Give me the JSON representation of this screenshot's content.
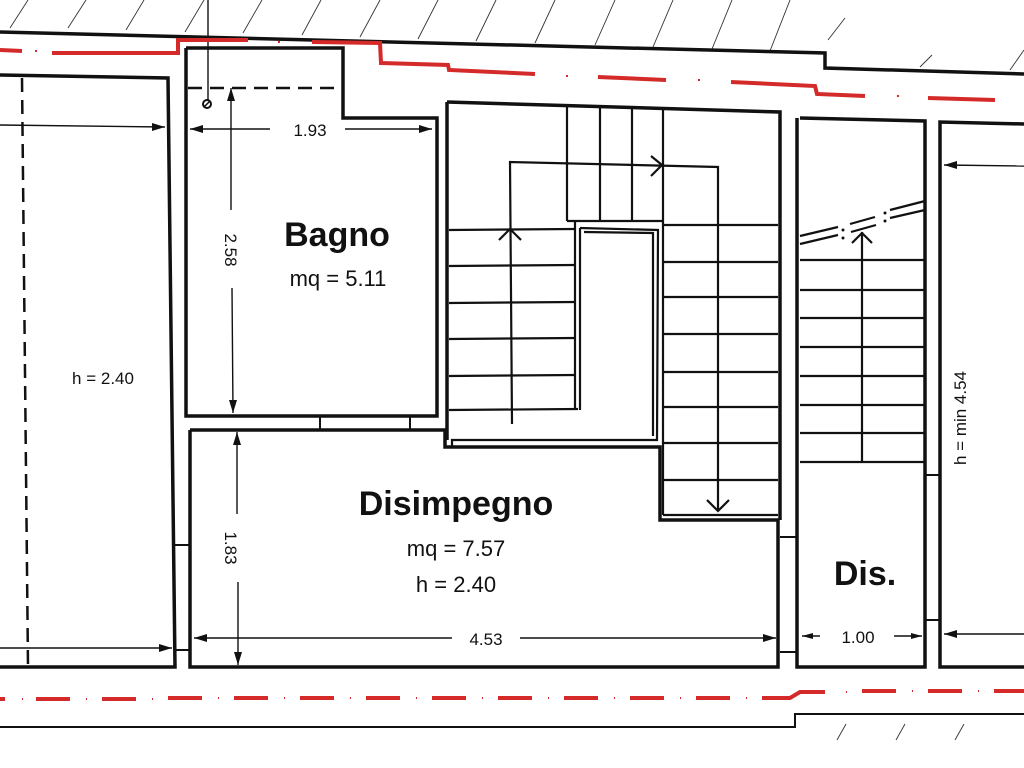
{
  "plan": {
    "rooms": {
      "bagno": {
        "name": "Bagno",
        "area": "mq = 5.11"
      },
      "disimpegno": {
        "name": "Disimpegno",
        "area": "mq = 7.57",
        "height": "h = 2.40"
      },
      "dis": {
        "name": "Dis."
      },
      "left_room": {
        "height": "h = 2.40"
      },
      "right_room": {
        "height": "h = min 4.54"
      }
    },
    "dimensions": {
      "bagno_width": "1.93",
      "bagno_depth": "2.58",
      "disimpegno_depth": "1.83",
      "disimpegno_width": "4.53",
      "dis_width": "1.00"
    },
    "colors": {
      "wall": "#111111",
      "boundary_line": "#d42a2a",
      "background": "#ffffff"
    }
  }
}
